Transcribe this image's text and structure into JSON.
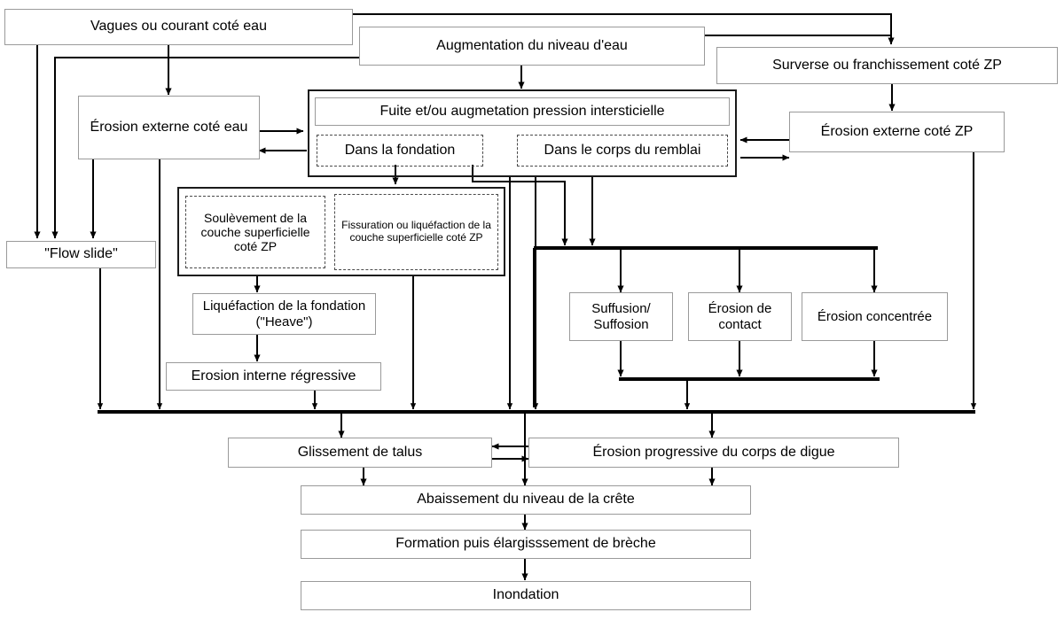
{
  "diagram": {
    "title": "Arbre des modes de defaillance d'une digue",
    "language": "fr",
    "colors": {
      "background": "#ffffff",
      "thin_border": "#9a9a9a",
      "thick_border": "#1a1a1a",
      "dashed_border": "#4a4a4a",
      "connector": "#000000"
    }
  },
  "nodes": {
    "vagues": {
      "label": "Vagues ou courant coté eau"
    },
    "augmentation": {
      "label": "Augmentation du niveau d'eau"
    },
    "surverse": {
      "label": "Surverse ou franchissement coté ZP"
    },
    "erosion_ext_eau": {
      "label": "Érosion externe coté eau"
    },
    "erosion_ext_zp": {
      "label": "Érosion externe coté ZP"
    },
    "fuite": {
      "label": "Fuite et/ou augmetation pression intersticielle"
    },
    "dans_fondation": {
      "label": "Dans la fondation"
    },
    "dans_corps": {
      "label": "Dans le corps du remblai"
    },
    "soulevement": {
      "label": "Soulèvement de la couche superficielle coté ZP"
    },
    "fissuration": {
      "label": "Fissuration ou liquéfaction de la couche superficielle coté ZP"
    },
    "liquefaction": {
      "label": "Liquéfaction de la fondation (\"Heave\")"
    },
    "erosion_interne": {
      "label": "Erosion interne régressive"
    },
    "flow_slide": {
      "label": "\"Flow slide\""
    },
    "suffusion": {
      "label": "Suffusion/ Suffosion"
    },
    "erosion_contact": {
      "label": "Érosion de contact"
    },
    "erosion_concentree": {
      "label": "Érosion concentrée"
    },
    "glissement": {
      "label": "Glissement de talus"
    },
    "erosion_progressive": {
      "label": "Érosion progressive du corps de digue"
    },
    "abaissement": {
      "label": "Abaissement du niveau de la crête"
    },
    "formation": {
      "label": "Formation puis élargisssement de brèche"
    },
    "inondation": {
      "label": "Inondation"
    }
  }
}
